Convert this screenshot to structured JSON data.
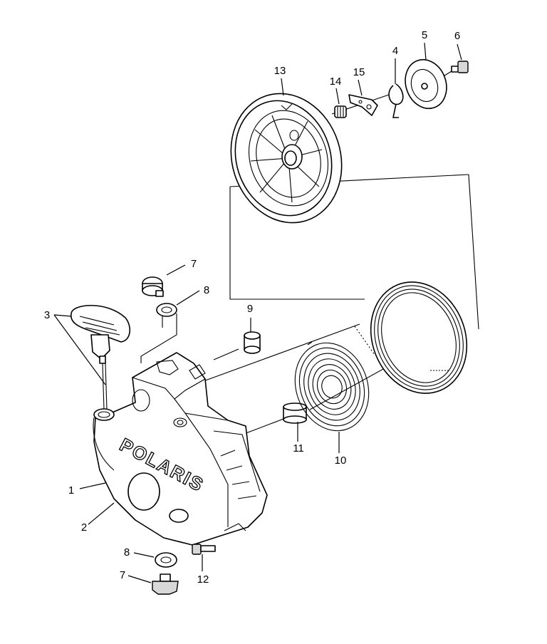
{
  "diagram": {
    "brand_logo": "POLARIS",
    "callouts": [
      {
        "id": "c1",
        "label": "1"
      },
      {
        "id": "c2",
        "label": "2"
      },
      {
        "id": "c3",
        "label": "3"
      },
      {
        "id": "c4",
        "label": "4"
      },
      {
        "id": "c5",
        "label": "5"
      },
      {
        "id": "c6",
        "label": "6"
      },
      {
        "id": "c7a",
        "label": "7"
      },
      {
        "id": "c7b",
        "label": "7"
      },
      {
        "id": "c8a",
        "label": "8"
      },
      {
        "id": "c8b",
        "label": "8"
      },
      {
        "id": "c9",
        "label": "9"
      },
      {
        "id": "c10",
        "label": "10"
      },
      {
        "id": "c11",
        "label": "11"
      },
      {
        "id": "c12",
        "label": "12"
      },
      {
        "id": "c13",
        "label": "13"
      },
      {
        "id": "c14",
        "label": "14"
      },
      {
        "id": "c15",
        "label": "15"
      }
    ]
  }
}
